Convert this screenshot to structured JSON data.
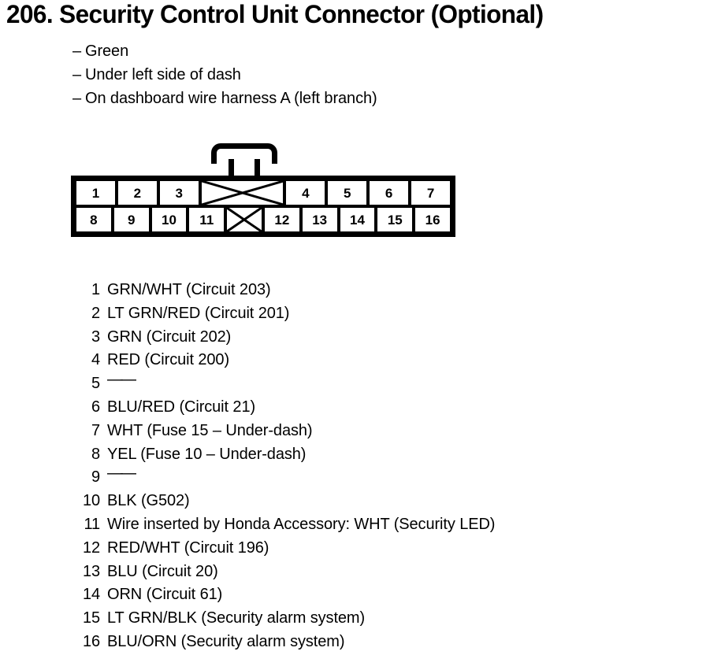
{
  "page": {
    "section_number": "206.",
    "title": "206. Security Control Unit Connector (Optional)"
  },
  "bullets": [
    {
      "dash": "–",
      "text": "Green"
    },
    {
      "dash": "–",
      "text": "Under left side of dash"
    },
    {
      "dash": "–",
      "text": "On dashboard wire harness A (left branch)"
    }
  ],
  "connector": {
    "latch_label": "connector-latch-tab",
    "top_row": [
      {
        "label": "1",
        "blank": false
      },
      {
        "label": "2",
        "blank": false
      },
      {
        "label": "3",
        "blank": false
      },
      {
        "label": "",
        "blank": true,
        "wide": true
      },
      {
        "label": "4",
        "blank": false
      },
      {
        "label": "5",
        "blank": false
      },
      {
        "label": "6",
        "blank": false
      },
      {
        "label": "7",
        "blank": false
      }
    ],
    "bottom_row": [
      {
        "label": "8",
        "blank": false
      },
      {
        "label": "9",
        "blank": false
      },
      {
        "label": "10",
        "blank": false
      },
      {
        "label": "11",
        "blank": false
      },
      {
        "label": "",
        "blank": true,
        "wide": false
      },
      {
        "label": "12",
        "blank": false
      },
      {
        "label": "13",
        "blank": false
      },
      {
        "label": "14",
        "blank": false
      },
      {
        "label": "15",
        "blank": false
      },
      {
        "label": "16",
        "blank": false
      }
    ]
  },
  "pins": [
    {
      "num": "1",
      "desc": "GRN/WHT (Circuit 203)",
      "empty": false
    },
    {
      "num": "2",
      "desc": "LT GRN/RED (Circuit 201)",
      "empty": false
    },
    {
      "num": "3",
      "desc": "GRN (Circuit 202)",
      "empty": false
    },
    {
      "num": "4",
      "desc": "RED (Circuit 200)",
      "empty": false
    },
    {
      "num": "5",
      "desc": "——",
      "empty": true
    },
    {
      "num": "6",
      "desc": "BLU/RED (Circuit 21)",
      "empty": false
    },
    {
      "num": "7",
      "desc": "WHT (Fuse 15 – Under-dash)",
      "empty": false
    },
    {
      "num": "8",
      "desc": "YEL (Fuse 10 – Under-dash)",
      "empty": false
    },
    {
      "num": "9",
      "desc": "——",
      "empty": true
    },
    {
      "num": "10",
      "desc": "BLK (G502)",
      "empty": false
    },
    {
      "num": "11",
      "desc": "Wire inserted by Honda Accessory: WHT (Security LED)",
      "empty": false
    },
    {
      "num": "12",
      "desc": "RED/WHT (Circuit 196)",
      "empty": false
    },
    {
      "num": "13",
      "desc": "BLU (Circuit 20)",
      "empty": false
    },
    {
      "num": "14",
      "desc": "ORN (Circuit 61)",
      "empty": false
    },
    {
      "num": "15",
      "desc": "LT GRN/BLK (Security alarm system)",
      "empty": false
    },
    {
      "num": "16",
      "desc": "BLU/ORN (Security alarm system)",
      "empty": false
    }
  ],
  "colors": {
    "ink": "#000000",
    "paper": "#ffffff"
  }
}
